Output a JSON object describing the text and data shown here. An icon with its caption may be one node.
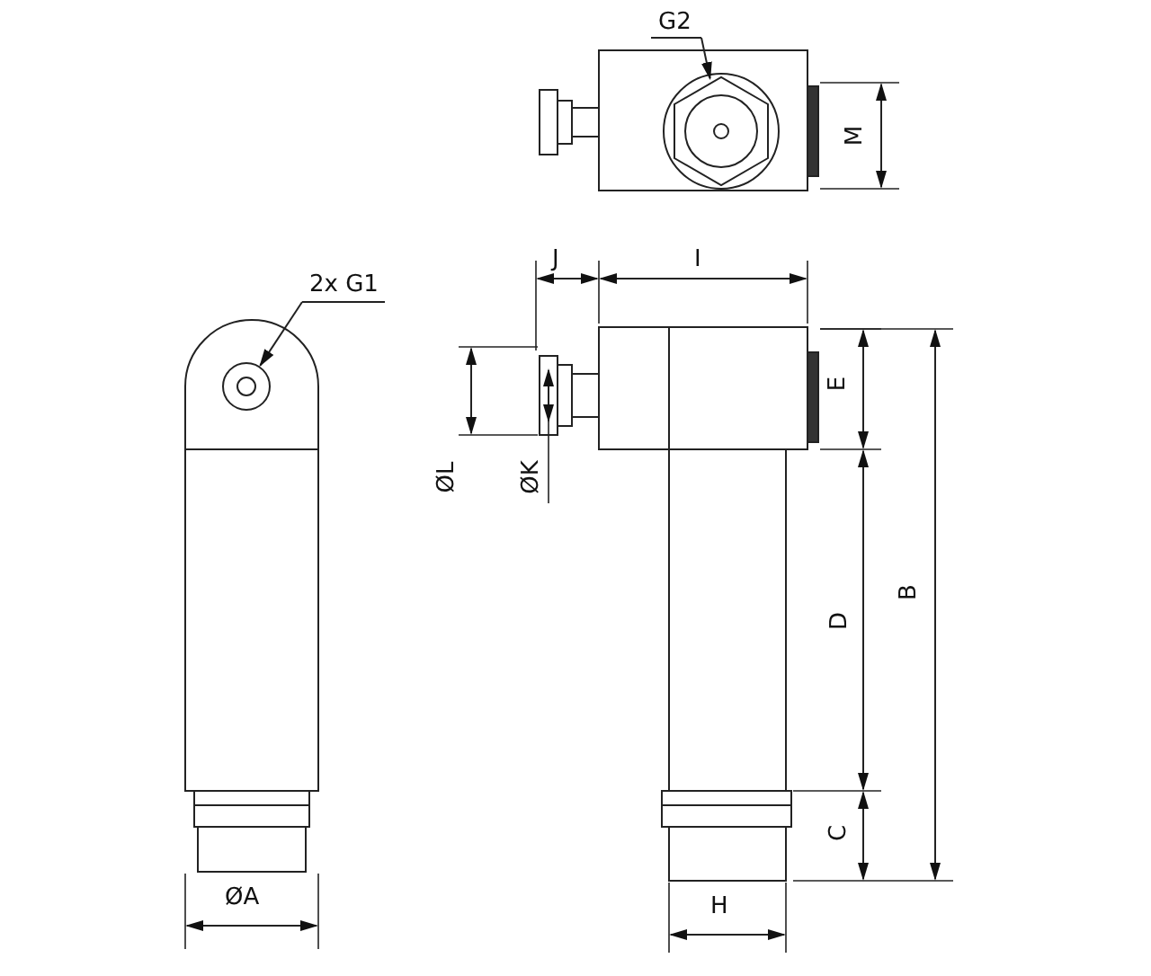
{
  "diagram": {
    "nodes": [
      {
        "text": [
          "G2"
        ]
      },
      {
        "text": [],
        "shape": "picture"
      },
      {
        "text": [
          "2x G1"
        ]
      },
      {
        "text": [],
        "shape": "picture"
      }
    ],
    "edges": [
      {
        "from": 0,
        "to": 1,
        "arrow": "to"
      },
      {
        "from": 2,
        "to": 3,
        "arrow": "to"
      }
    ],
    "labels": [
      "M",
      "J",
      "I",
      "E",
      "ØL",
      "ØK",
      "B",
      "D",
      "C",
      "ØA",
      "H"
    ]
  }
}
